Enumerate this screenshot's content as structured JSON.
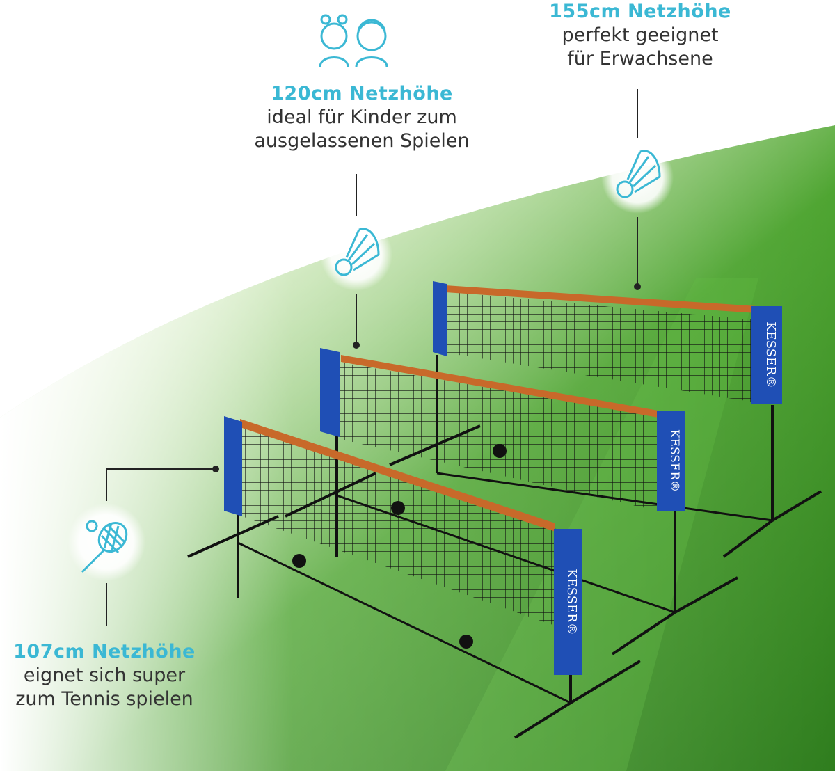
{
  "callouts": {
    "h155": {
      "heading": "155cm Netzhöhe",
      "line1": "perfekt geeignet",
      "line2": "für Erwachsene"
    },
    "h120": {
      "heading": "120cm Netzhöhe",
      "line1": "ideal für Kinder zum",
      "line2": "ausgelassenen Spielen"
    },
    "h107": {
      "heading": "107cm Netzhöhe",
      "line1": "eignet sich super",
      "line2": "zum Tennis spielen"
    }
  },
  "brand": "KESSER®",
  "colors": {
    "accent": "#3bb8d4",
    "text": "#333333",
    "banner": "#1f4fb5",
    "tape": "#c8692a",
    "grass": "#3f9a2a"
  },
  "icons": [
    "kids-icon",
    "shuttlecock-icon",
    "shuttlecock-icon",
    "tennis-racket-icon"
  ]
}
